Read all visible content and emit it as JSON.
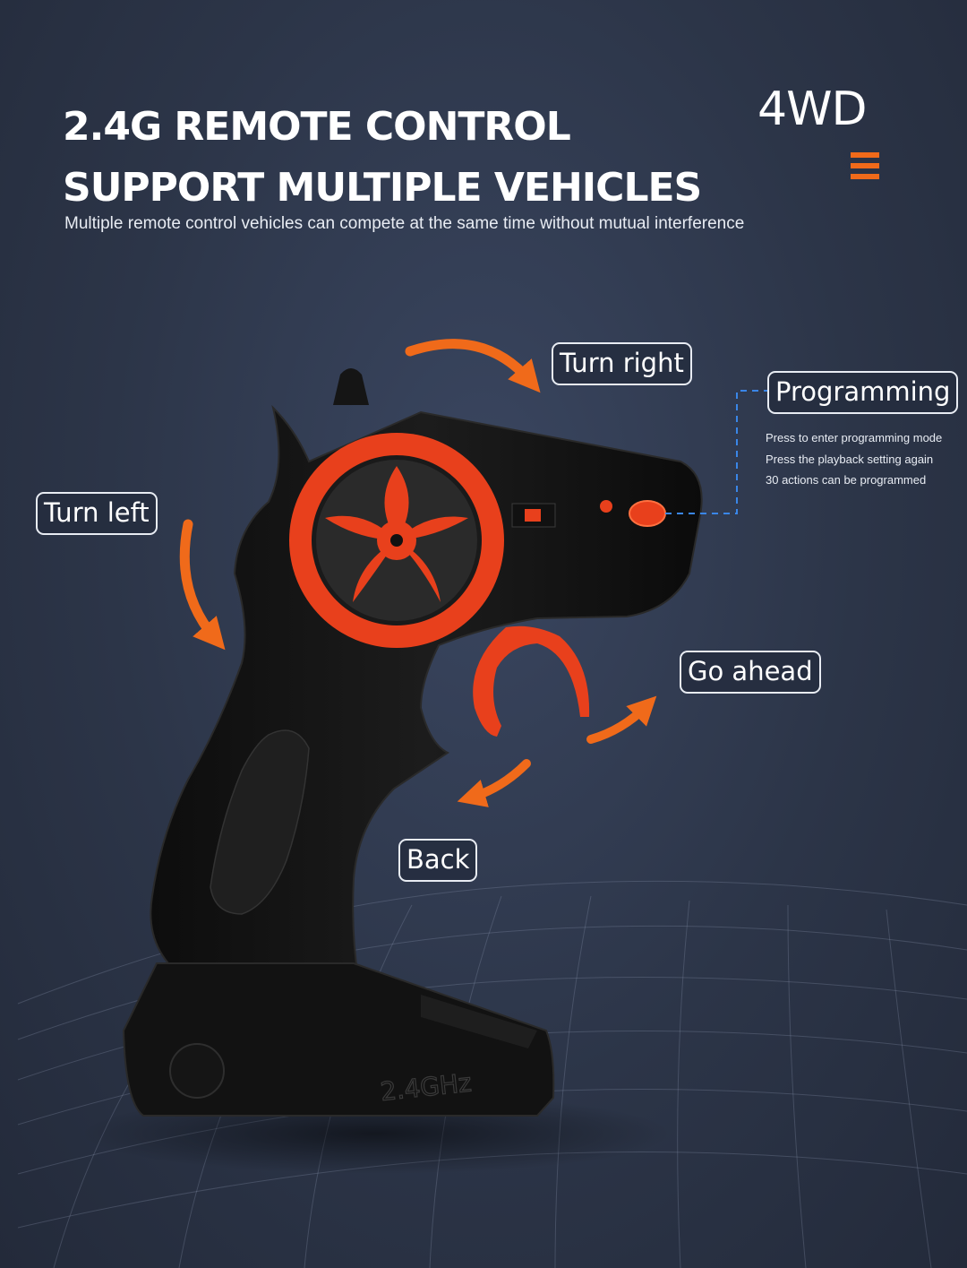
{
  "headline": {
    "line1": "2.4G REMOTE CONTROL",
    "line2": "SUPPORT MULTIPLE VEHICLES",
    "subtitle": "Multiple remote control vehicles can compete at the same time without mutual interference"
  },
  "badge": {
    "text": "4WD",
    "accent_color": "#f06a1a"
  },
  "labels": {
    "turn_right": "Turn right",
    "turn_left": "Turn left",
    "programming": "Programming",
    "go_ahead": "Go ahead",
    "back": "Back"
  },
  "programming_notes": [
    "Press to enter programming mode",
    "Press the playback setting again",
    "30 actions can be programmed"
  ],
  "device": {
    "base_marking": "2.4GHz",
    "body_color": "#141414",
    "wheel_color": "#e8401c",
    "arrow_color": "#f06a1a"
  }
}
